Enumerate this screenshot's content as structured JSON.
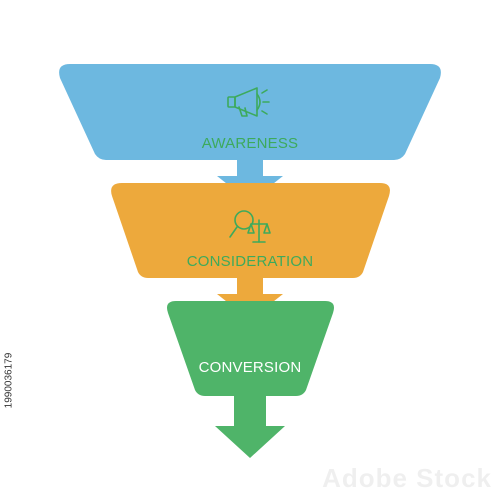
{
  "funnel": {
    "stages": [
      {
        "label": "AWARENESS",
        "icon": "megaphone-icon",
        "fill": "#6DB8E0",
        "label_color": "#3DAA5C"
      },
      {
        "label": "CONSIDERATION",
        "icon": "magnifier-scales-icon",
        "fill": "#EDA93C",
        "label_color": "#3DAA5C"
      },
      {
        "label": "CONVERSION",
        "icon": "",
        "fill": "#4FB469",
        "label_color": "#FFFFFF"
      }
    ],
    "icon_color": "#3DAA5C"
  },
  "stock_id": "1990036179",
  "watermark": "Adobe Stock"
}
